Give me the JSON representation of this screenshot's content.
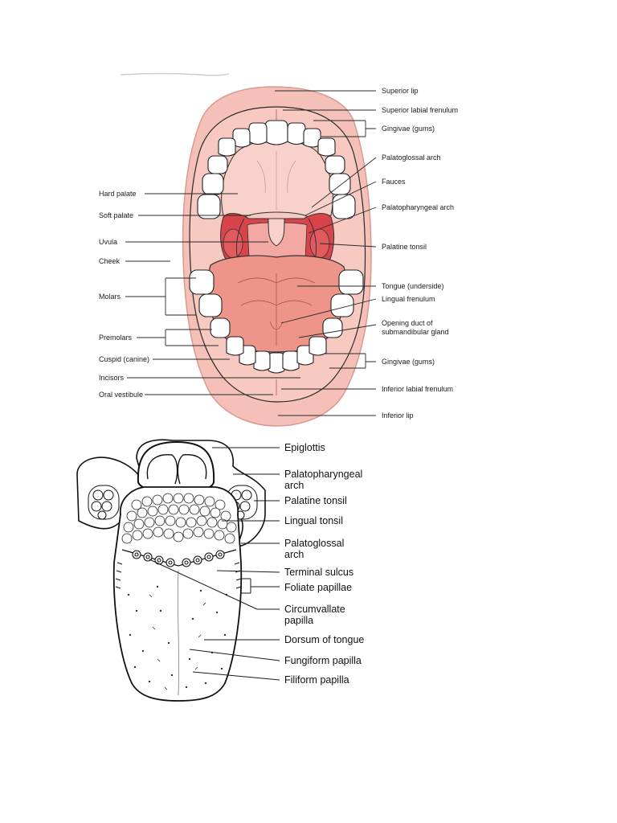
{
  "mouth_labels": {
    "superior_lip": "Superior lip",
    "superior_labial_frenulum": "Superior labial frenulum",
    "gingivae_upper": "Gingivae (gums)",
    "palatoglossal_arch": "Palatoglossal arch",
    "fauces": "Fauces",
    "palatopharyngeal_arch": "Palatopharyngeal arch",
    "palatine_tonsil": "Palatine tonsil",
    "tongue_underside": "Tongue (underside)",
    "lingual_frenulum": "Lingual frenulum",
    "opening_duct_line1": "Opening duct of",
    "opening_duct_line2": "submandibular gland",
    "gingivae_lower": "Gingivae (gums)",
    "inferior_labial_frenulum": "Inferior labial frenulum",
    "inferior_lip": "Inferior lip",
    "hard_palate": "Hard palate",
    "soft_palate": "Soft palate",
    "uvula": "Uvula",
    "cheek": "Cheek",
    "molars": "Molars",
    "premolars": "Premolars",
    "cuspid": "Cuspid (canine)",
    "incisors": "Incisors",
    "oral_vestibule": "Oral vestibule"
  },
  "tongue_labels": {
    "epiglottis": "Epiglottis",
    "palatopharyngeal_line1": "Palatopharyngeal",
    "palatopharyngeal_line2": "arch",
    "palatine_tonsil": "Palatine tonsil",
    "lingual_tonsil": "Lingual tonsil",
    "palatoglossal_line1": "Palatoglossal",
    "palatoglossal_line2": "arch",
    "terminal_sulcus": "Terminal sulcus",
    "foliate_papillae": "Foliate papillae",
    "circumvallate_line1": "Circumvallate",
    "circumvallate_line2": "papilla",
    "dorsum": "Dorsum of tongue",
    "fungiform": "Fungiform papilla",
    "filiform": "Filiform papilla"
  },
  "colors": {
    "lip": "#f4c0b8",
    "lip_edge": "#d89a90",
    "gum": "#f6b9ae",
    "palate": "#f8cfc6",
    "throat": "#d9434a",
    "tongue": "#ef9488",
    "tooth": "#ffffff",
    "outline": "#222222"
  }
}
